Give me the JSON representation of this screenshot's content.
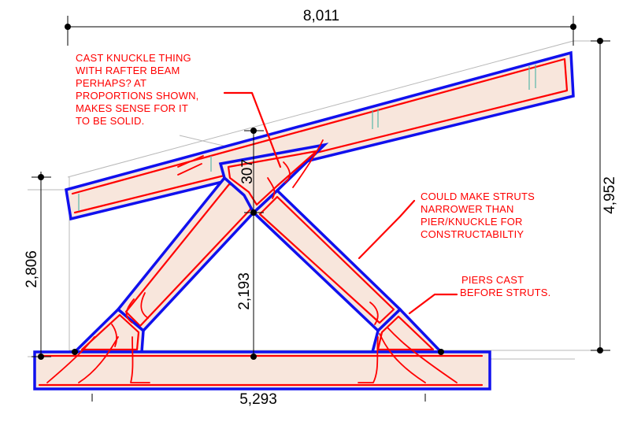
{
  "dimensions": {
    "overall_width": "8,011",
    "base_width": "5,293",
    "total_height": "4,952",
    "left_height": "2,806",
    "apex_height": "2,193",
    "knuckle_height": "307"
  },
  "annotations": [
    {
      "id": "knuckle-note",
      "lines": [
        "CAST KNUCKLE THING",
        "WITH RAFTER BEAM",
        "PERHAPS?  AT",
        "PROPORTIONS SHOWN,",
        "MAKES SENSE FOR IT",
        "TO BE SOLID."
      ]
    },
    {
      "id": "struts-note",
      "lines": [
        "COULD MAKE STRUTS",
        "NARROWER THAN",
        "PIER/KNUCKLE FOR",
        "CONSTRUCTABILTIY"
      ]
    },
    {
      "id": "piers-note",
      "lines": [
        "PIERS CAST",
        "BEFORE STRUTS."
      ]
    }
  ],
  "colors": {
    "markup": "#ff0000",
    "outline": "#1010ee",
    "fill": "#f8e6dc"
  }
}
